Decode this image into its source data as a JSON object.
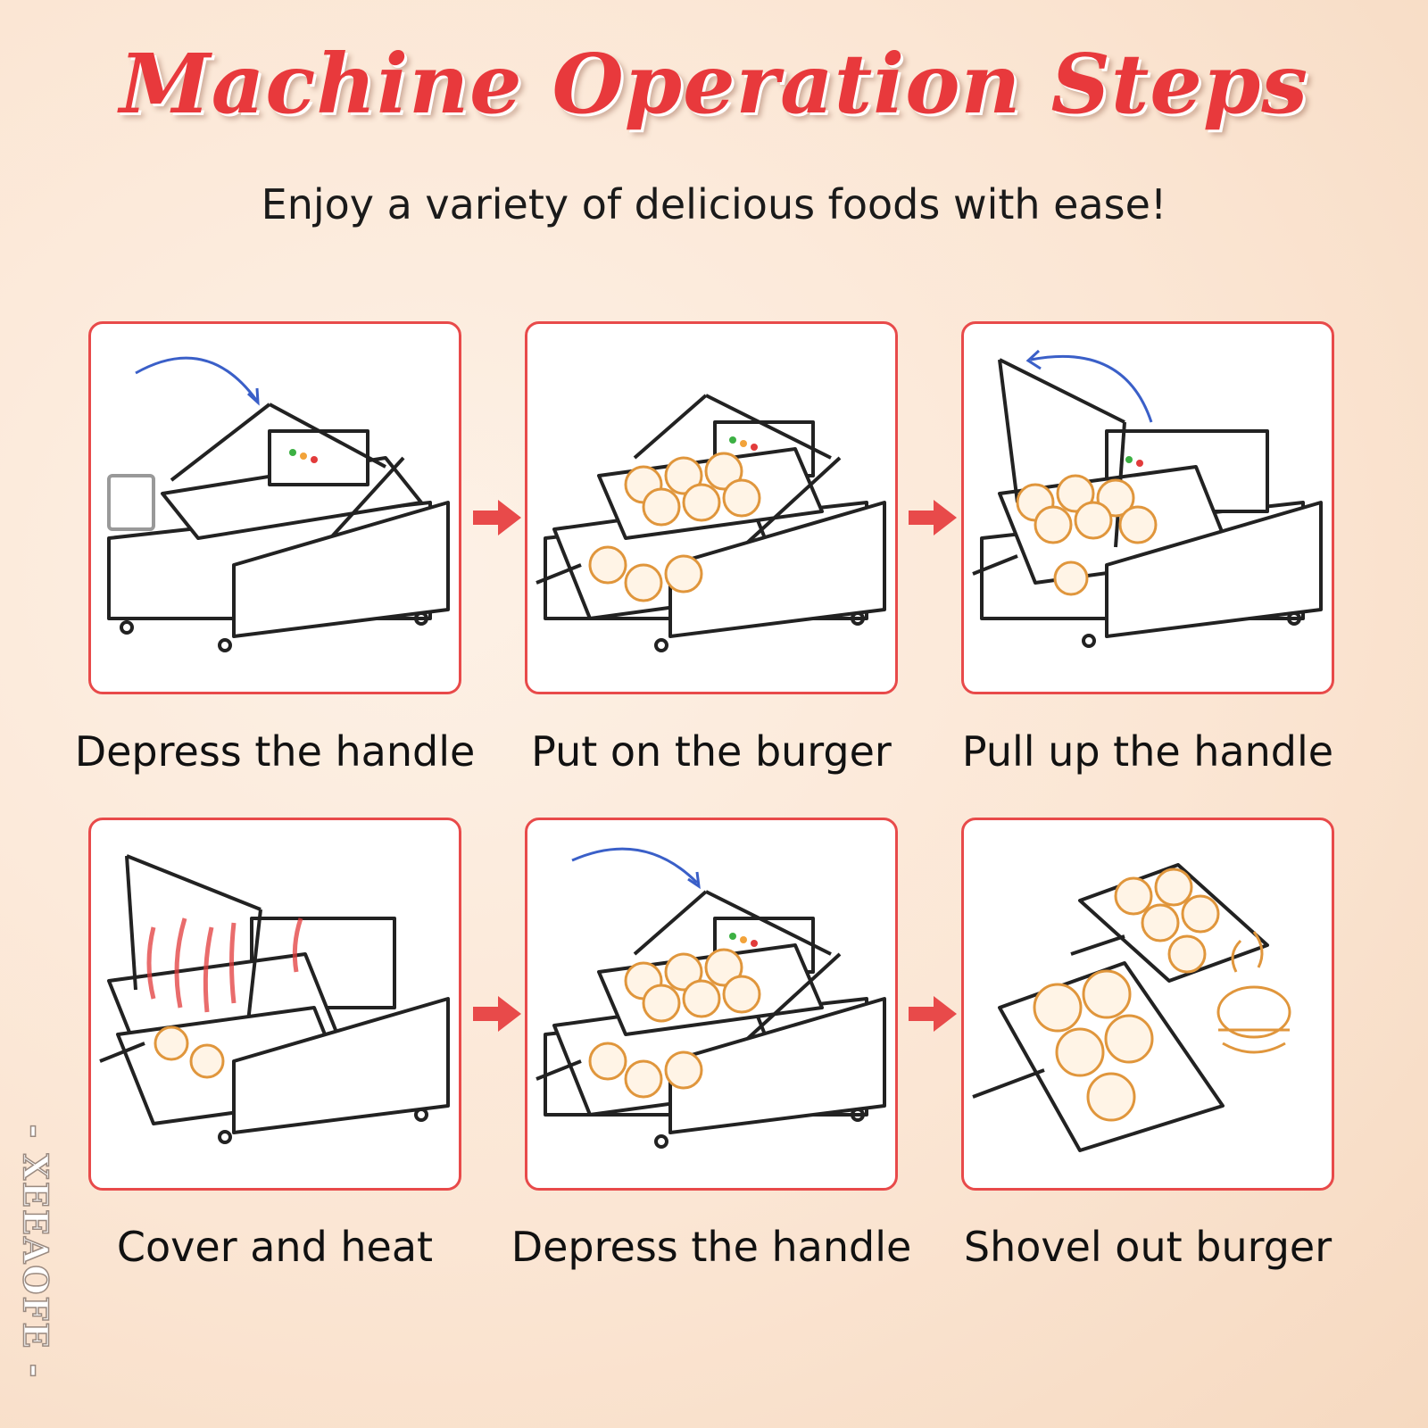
{
  "header": {
    "title": "Machine Operation Steps",
    "subtitle": "Enjoy a variety of delicious foods with ease!"
  },
  "steps": [
    {
      "label": "Depress the handle"
    },
    {
      "label": "Put on the burger"
    },
    {
      "label": "Pull up the handle"
    },
    {
      "label": "Cover and heat"
    },
    {
      "label": "Depress the handle"
    },
    {
      "label": "Shovel out burger"
    }
  ],
  "watermark": "- XEEAOFE -",
  "colors": {
    "accent": "#e84a4a",
    "motion_arrow": "#3a5fc8",
    "bun": "#e0963c",
    "heat": "#e23b3b"
  }
}
